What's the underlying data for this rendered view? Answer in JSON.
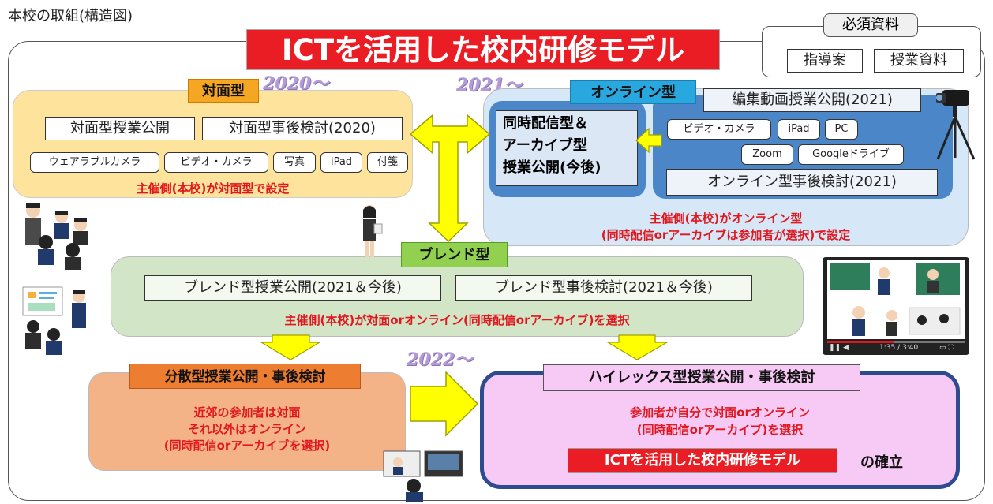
{
  "page_title": "本校の取組(構造図)",
  "main_title": "ICTを活用した校内研修モデル",
  "required": {
    "label": "必須資料",
    "items": [
      "指導案",
      "授業資料"
    ]
  },
  "years": {
    "y2020": "2020〜",
    "y2021": "2021〜",
    "y2022": "2022〜"
  },
  "face_to_face": {
    "label": "対面型",
    "items": [
      "対面型授業公開",
      "対面型事後検討(2020)"
    ],
    "tools": [
      "ウェアラブルカメラ",
      "ビデオ・カメラ",
      "写真",
      "iPad",
      "付箋"
    ],
    "note": "主催側(本校)が対面型で設定"
  },
  "online": {
    "label": "オンライン型",
    "live_archive": "同時配信型＆\nアーカイブ型\n授業公開(今後)",
    "edited_video": "編集動画授業公開(2021)",
    "tools": [
      "ビデオ・カメラ",
      "iPad",
      "PC",
      "Zoom",
      "Googleドライブ"
    ],
    "review": "オンライン型事後検討(2021)",
    "note_line1": "主催側(本校)がオンライン型",
    "note_line2": "(同時配信orアーカイブは参加者が選択)で設定"
  },
  "blend": {
    "label": "ブレンド型",
    "items": [
      "ブレンド型授業公開(2021＆今後)",
      "ブレンド型事後検討(2021＆今後)"
    ],
    "note": "主催側(本校)が対面orオンライン(同時配信orアーカイブ)を選択"
  },
  "distributed": {
    "label": "分散型授業公開・事後検討",
    "line1": "近郊の参加者は対面",
    "line2": "それ以外はオンライン",
    "line3": "(同時配信orアーカイブを選択)"
  },
  "hyflex": {
    "label": "ハイレックス型授業公開・事後検討",
    "line1": "参加者が自分で対面orオンライン",
    "line2": "(同時配信orアーカイブ)を選択",
    "model": "ICTを活用した校内研修モデル",
    "suffix": "の確立"
  },
  "video_player": {
    "time": "1:35 / 3:40"
  },
  "colors": {
    "accent_red": "#ea1c24",
    "arrow_yellow": "#ffff00",
    "face_to_face": "#fde39b",
    "online": "#d6e8f7",
    "blend": "#d3e5c7",
    "distributed": "#f4b387",
    "hyflex": "#f7c9f5"
  }
}
